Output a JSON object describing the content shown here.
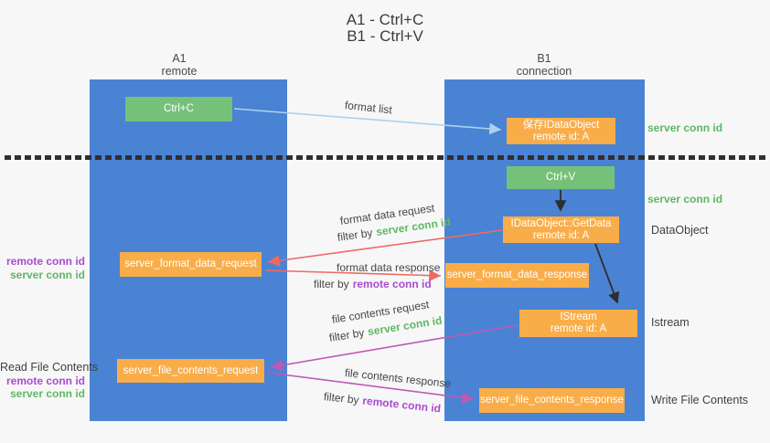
{
  "title": {
    "line1": "A1 - Ctrl+C",
    "line2": "B1 - Ctrl+V"
  },
  "lanes": {
    "a1": {
      "name": "A1",
      "subtitle": "remote"
    },
    "b1": {
      "name": "B1",
      "subtitle": "connection"
    }
  },
  "nodes": {
    "ctrl_c": {
      "label": "Ctrl+C"
    },
    "save_dataobject": {
      "line1": "保存IDataObject",
      "line2": "remote id: A"
    },
    "ctrl_v": {
      "label": "Ctrl+V"
    },
    "getdata": {
      "line1": "IDataObject::GetData",
      "line2": "remote id: A"
    },
    "format_request": {
      "label": "server_format_data_request"
    },
    "format_response": {
      "label": "server_format_data_response"
    },
    "istream": {
      "line1": "IStream",
      "line2": "remote id: A"
    },
    "file_request": {
      "label": "server_file_contents_request"
    },
    "file_response": {
      "label": "server_file_contents_response"
    }
  },
  "arrow_labels": {
    "format_list": "format list",
    "format_data_request": "format data request",
    "format_data_response": "format data response",
    "file_contents_request": "file contents request",
    "file_contents_response": "file contents response",
    "filter_by": "filter by",
    "server_conn_id": "server conn id",
    "remote_conn_id": "remote conn id"
  },
  "side_labels": {
    "right": {
      "server_conn_id_top": "server conn id",
      "server_conn_id_mid": "server conn id",
      "dataobject": "DataObject",
      "istream": "Istream",
      "write_file_contents": "Write File Contents"
    },
    "left": {
      "remote_conn_id_1": "remote conn id",
      "server_conn_id_1": "server conn id",
      "read_file_contents": "Read File Contents",
      "remote_conn_id_2": "remote conn id",
      "server_conn_id_2": "server conn id"
    }
  },
  "colors": {
    "lane_blue": "#4a83d3",
    "box_green": "#76c17a",
    "box_orange": "#f9ad49",
    "arrow_light_blue": "#a9d3ee",
    "arrow_salmon": "#ee6a61",
    "arrow_magenta": "#c058b6",
    "arrow_black": "#2d2d2d",
    "text_green": "#5fb763",
    "text_purple": "#a94ccd",
    "dotted_line": "#2f2f2f"
  }
}
